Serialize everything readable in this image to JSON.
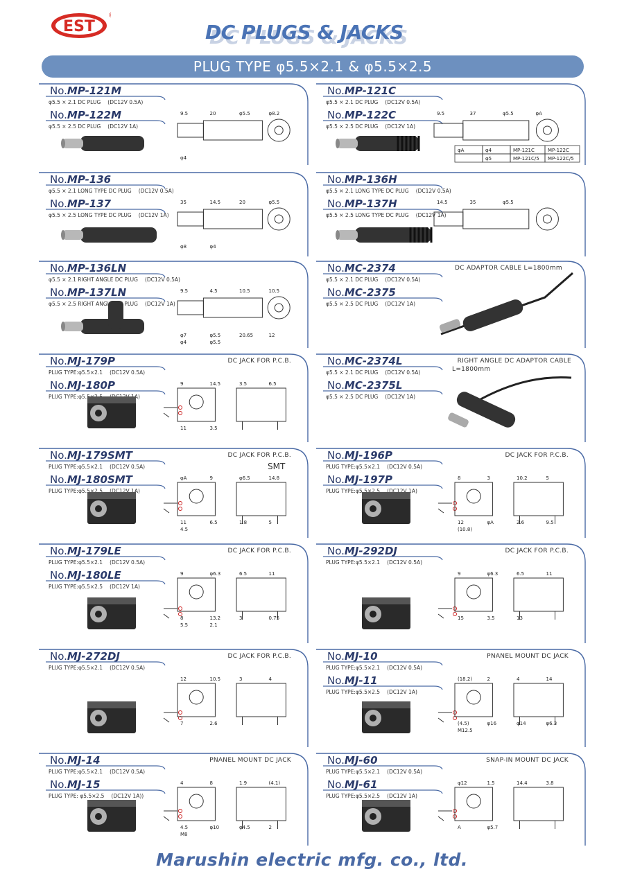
{
  "header": {
    "brand": "EST",
    "registered": "®",
    "title": "DC PLUGS & JACKS",
    "banner": "PLUG TYPE φ5.5×2.1   & φ5.5×2.5"
  },
  "footer": {
    "company": "Marushin electric mfg. co., ltd."
  },
  "panels": [
    {
      "models": [
        {
          "no": "No.",
          "id": "MP-121M",
          "spec": "φ5.5 × 2.1 DC PLUG",
          "rating": "(DC12V 0.5A)"
        },
        {
          "no": "No.",
          "id": "MP-122M",
          "spec": "φ5.5 × 2.5 DC PLUG",
          "rating": "(DC12V 1A)"
        }
      ],
      "dims": [
        "9.5",
        "20",
        "φ5.5",
        "φ8.2",
        "φ4"
      ]
    },
    {
      "models": [
        {
          "no": "No.",
          "id": "MP-121C",
          "spec": "φ5.5 × 2.1 DC PLUG",
          "rating": "(DC12V 0.5A)"
        },
        {
          "no": "No.",
          "id": "MP-122C",
          "spec": "φ5.5 × 2.5 DC PLUG",
          "rating": "(DC12V 1A)"
        }
      ],
      "dims": [
        "9.5",
        "37",
        "φ5.5",
        "φA"
      ],
      "table": [
        [
          "φA",
          "φ4",
          "MP-121C",
          "MP-122C"
        ],
        [
          "",
          "φ5",
          "MP-121C/5",
          "MP-122C/5"
        ]
      ]
    },
    {
      "models": [
        {
          "no": "No.",
          "id": "MP-136",
          "spec": "φ5.5 × 2.1 LONG TYPE DC PLUG",
          "rating": "(DC12V 0.5A)"
        },
        {
          "no": "No.",
          "id": "MP-137",
          "spec": "φ5.5 × 2.5 LONG TYPE DC PLUG",
          "rating": "(DC12V 1A)"
        }
      ],
      "dims": [
        "35",
        "14.5",
        "20",
        "φ5.5",
        "φ8",
        "φ4"
      ]
    },
    {
      "models": [
        {
          "no": "No.",
          "id": "MP-136H",
          "spec": "φ5.5 × 2.1 LONG TYPE DC PLUG",
          "rating": "(DC12V 0.5A)"
        },
        {
          "no": "No.",
          "id": "MP-137H",
          "spec": "φ5.5 × 2.5 LONG TYPE DC PLUG",
          "rating": "(DC12V 1A)"
        }
      ],
      "dims": [
        "14.5",
        "35",
        "φ5.5"
      ]
    },
    {
      "models": [
        {
          "no": "No.",
          "id": "MP-136LN",
          "spec": "φ5.5 × 2.1 RIGHT ANGLE DC PLUG",
          "rating": "(DC12V 0.5A)"
        },
        {
          "no": "No.",
          "id": "MP-137LN",
          "spec": "φ5.5 × 2.5 RIGHT ANGLE DC PLUG",
          "rating": "(DC12V 1A)"
        }
      ],
      "dims": [
        "9.5",
        "4.5",
        "10.5",
        "10.5",
        "φ7",
        "φ5.5",
        "20.65",
        "12",
        "φ4",
        "φ5.5"
      ]
    },
    {
      "models": [
        {
          "no": "No.",
          "id": "MC-2374",
          "spec": "φ5.5 × 2.1 DC PLUG",
          "rating": "(DC12V 0.5A)"
        },
        {
          "no": "No.",
          "id": "MC-2375",
          "spec": "φ5.5 × 2.5 DC PLUG",
          "rating": "(DC12V 1A)"
        }
      ],
      "category": "DC ADAPTOR CABLE   L=1800mm"
    },
    {
      "models": [
        {
          "no": "No.",
          "id": "MJ-179P",
          "spec": "PLUG TYPE:φ5.5×2.1",
          "rating": "(DC12V 0.5A)"
        },
        {
          "no": "No.",
          "id": "MJ-180P",
          "spec": "PLUG TYPE:φ5.5×2.5",
          "rating": "(DC12V 1A)"
        }
      ],
      "category": "DC JACK FOR P.C.B.",
      "dims": [
        "9",
        "14.5",
        "3.5",
        "6.5",
        "11",
        "3.5"
      ]
    },
    {
      "models": [
        {
          "no": "No.",
          "id": "MC-2374L",
          "spec": "φ5.5 × 2.1 DC PLUG",
          "rating": "(DC12V 0.5A)"
        },
        {
          "no": "No.",
          "id": "MC-2375L",
          "spec": "φ5.5 × 2.5 DC PLUG",
          "rating": "(DC12V 1A)"
        }
      ],
      "category": "RIGHT ANGLE DC ADAPTOR CABLE",
      "category2": "L=1800mm"
    },
    {
      "models": [
        {
          "no": "No.",
          "id": "MJ-179SMT",
          "spec": "PLUG TYPE:φ5.5×2.1",
          "rating": "(DC12V 0.5A)"
        },
        {
          "no": "No.",
          "id": "MJ-180SMT",
          "spec": "PLUG TYPE:φ5.5×2.5",
          "rating": "(DC12V 1A)"
        }
      ],
      "category": "DC JACK FOR P.C.B.",
      "smt": "SMT",
      "dims": [
        "φA",
        "9",
        "φ6.5",
        "14.8",
        "11",
        "6.5",
        "1.8",
        "5",
        "4.5"
      ]
    },
    {
      "models": [
        {
          "no": "No.",
          "id": "MJ-196P",
          "spec": "PLUG TYPE:φ5.5×2.1",
          "rating": "(DC12V 0.5A)"
        },
        {
          "no": "No.",
          "id": "MJ-197P",
          "spec": "PLUG TYPE:φ5.5×2.5",
          "rating": "(DC12V 1A)"
        }
      ],
      "category": "DC JACK FOR P.C.B.",
      "dims": [
        "8",
        "3",
        "10.2",
        "5",
        "12",
        "φA",
        "2.6",
        "9.5",
        "(10.8)"
      ]
    },
    {
      "models": [
        {
          "no": "No.",
          "id": "MJ-179LE",
          "spec": "PLUG TYPE:φ5.5×2.1",
          "rating": "(DC12V 0.5A)"
        },
        {
          "no": "No.",
          "id": "MJ-180LE",
          "spec": "PLUG TYPE:φ5.5×2.5",
          "rating": "(DC12V 1A)"
        }
      ],
      "category": "DC JACK FOR P.C.B.",
      "dims": [
        "9",
        "φ6.3",
        "6.5",
        "11",
        "8",
        "13.2",
        "3",
        "0.75",
        "5.5",
        "2.1"
      ]
    },
    {
      "models": [
        {
          "no": "No.",
          "id": "MJ-292DJ",
          "spec": "PLUG TYPE:φ5.5×2.1",
          "rating": "(DC12V 0.5A)"
        }
      ],
      "category": "DC JACK FOR P.C.B.",
      "dims": [
        "9",
        "φ6.3",
        "6.5",
        "11",
        "15",
        "3.5",
        "13"
      ]
    },
    {
      "models": [
        {
          "no": "No.",
          "id": "MJ-272DJ",
          "spec": "PLUG TYPE:φ5.5×2.1",
          "rating": "(DC12V 0.5A)"
        }
      ],
      "category": "DC JACK FOR P.C.B.",
      "dims": [
        "12",
        "10.5",
        "3",
        "4",
        "7",
        "2.6"
      ]
    },
    {
      "models": [
        {
          "no": "No.",
          "id": "MJ-10",
          "spec": "PLUG TYPE:φ5.5×2.1",
          "rating": "(DC12V 0.5A)"
        },
        {
          "no": "No.",
          "id": "MJ-11",
          "spec": "PLUG TYPE:φ5.5×2.5",
          "rating": "(DC12V 1A)"
        }
      ],
      "category": "PNANEL MOUNT DC JACK",
      "dims": [
        "(18.2)",
        "2",
        "4",
        "14",
        "(4.5)",
        "φ16",
        "φ14",
        "φ6.3",
        "M12.5"
      ]
    },
    {
      "models": [
        {
          "no": "No.",
          "id": "MJ-14",
          "spec": "PLUG TYPE:φ5.5×2.1",
          "rating": "(DC12V 0.5A)"
        },
        {
          "no": "No.",
          "id": "MJ-15",
          "spec": "PLUG TYPE: φ5.5×2.5",
          "rating": "(DC12V 1A))"
        }
      ],
      "category": "PNANEL MOUNT DC JACK",
      "dims": [
        "4",
        "8",
        "1.9",
        "(4.1)",
        "4.5",
        "φ10",
        "φ4.5",
        "2",
        "M8"
      ]
    },
    {
      "models": [
        {
          "no": "No.",
          "id": "MJ-60",
          "spec": "PLUG TYPE:φ5.5×2.1",
          "rating": "(DC12V 0.5A)"
        },
        {
          "no": "No.",
          "id": "MJ-61",
          "spec": "PLUG TYPE:φ5.5×2.5",
          "rating": "(DC12V 1A)"
        }
      ],
      "category": "SNAP-IN MOUNT DC JACK",
      "dims": [
        "φ12",
        "1.5",
        "14.4",
        "3.8",
        "A",
        "φ5.7"
      ]
    }
  ]
}
